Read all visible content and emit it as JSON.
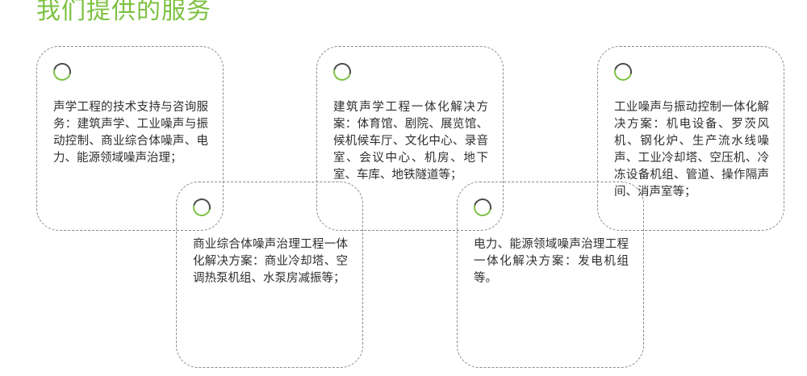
{
  "title": "我们提供的服务",
  "colors": {
    "title": "#7dc242",
    "accent": "#7dc242",
    "border": "#8a8a8a",
    "text": "#2f2f2f"
  },
  "services": [
    {
      "icon": "ring-icon",
      "text": "声学工程的技术支持与咨询服务：建筑声学、工业噪声与振动控制、商业综合体噪声、电力、能源领域噪声治理；"
    },
    {
      "icon": "ring-icon",
      "text": "建筑声学工程一体化解决方案：体育馆、剧院、展览馆、候机候车厅、文化中心、录音室、会议中心、机房、地下室、车库、地铁隧道等；"
    },
    {
      "icon": "ring-icon",
      "text": "工业噪声与振动控制一体化解决方案：机电设备、罗茨风机、钢化炉、生产流水线噪声、工业冷却塔、空压机、冷冻设备机组、管道、操作隔声间、消声室等；"
    },
    {
      "icon": "ring-icon",
      "text": "商业综合体噪声治理工程一体化解决方案：商业冷却塔、空调热泵机组、水泵房减振等；"
    },
    {
      "icon": "ring-icon",
      "text": "电力、能源领域噪声治理工程一体化解决方案：发电机组等。"
    }
  ]
}
